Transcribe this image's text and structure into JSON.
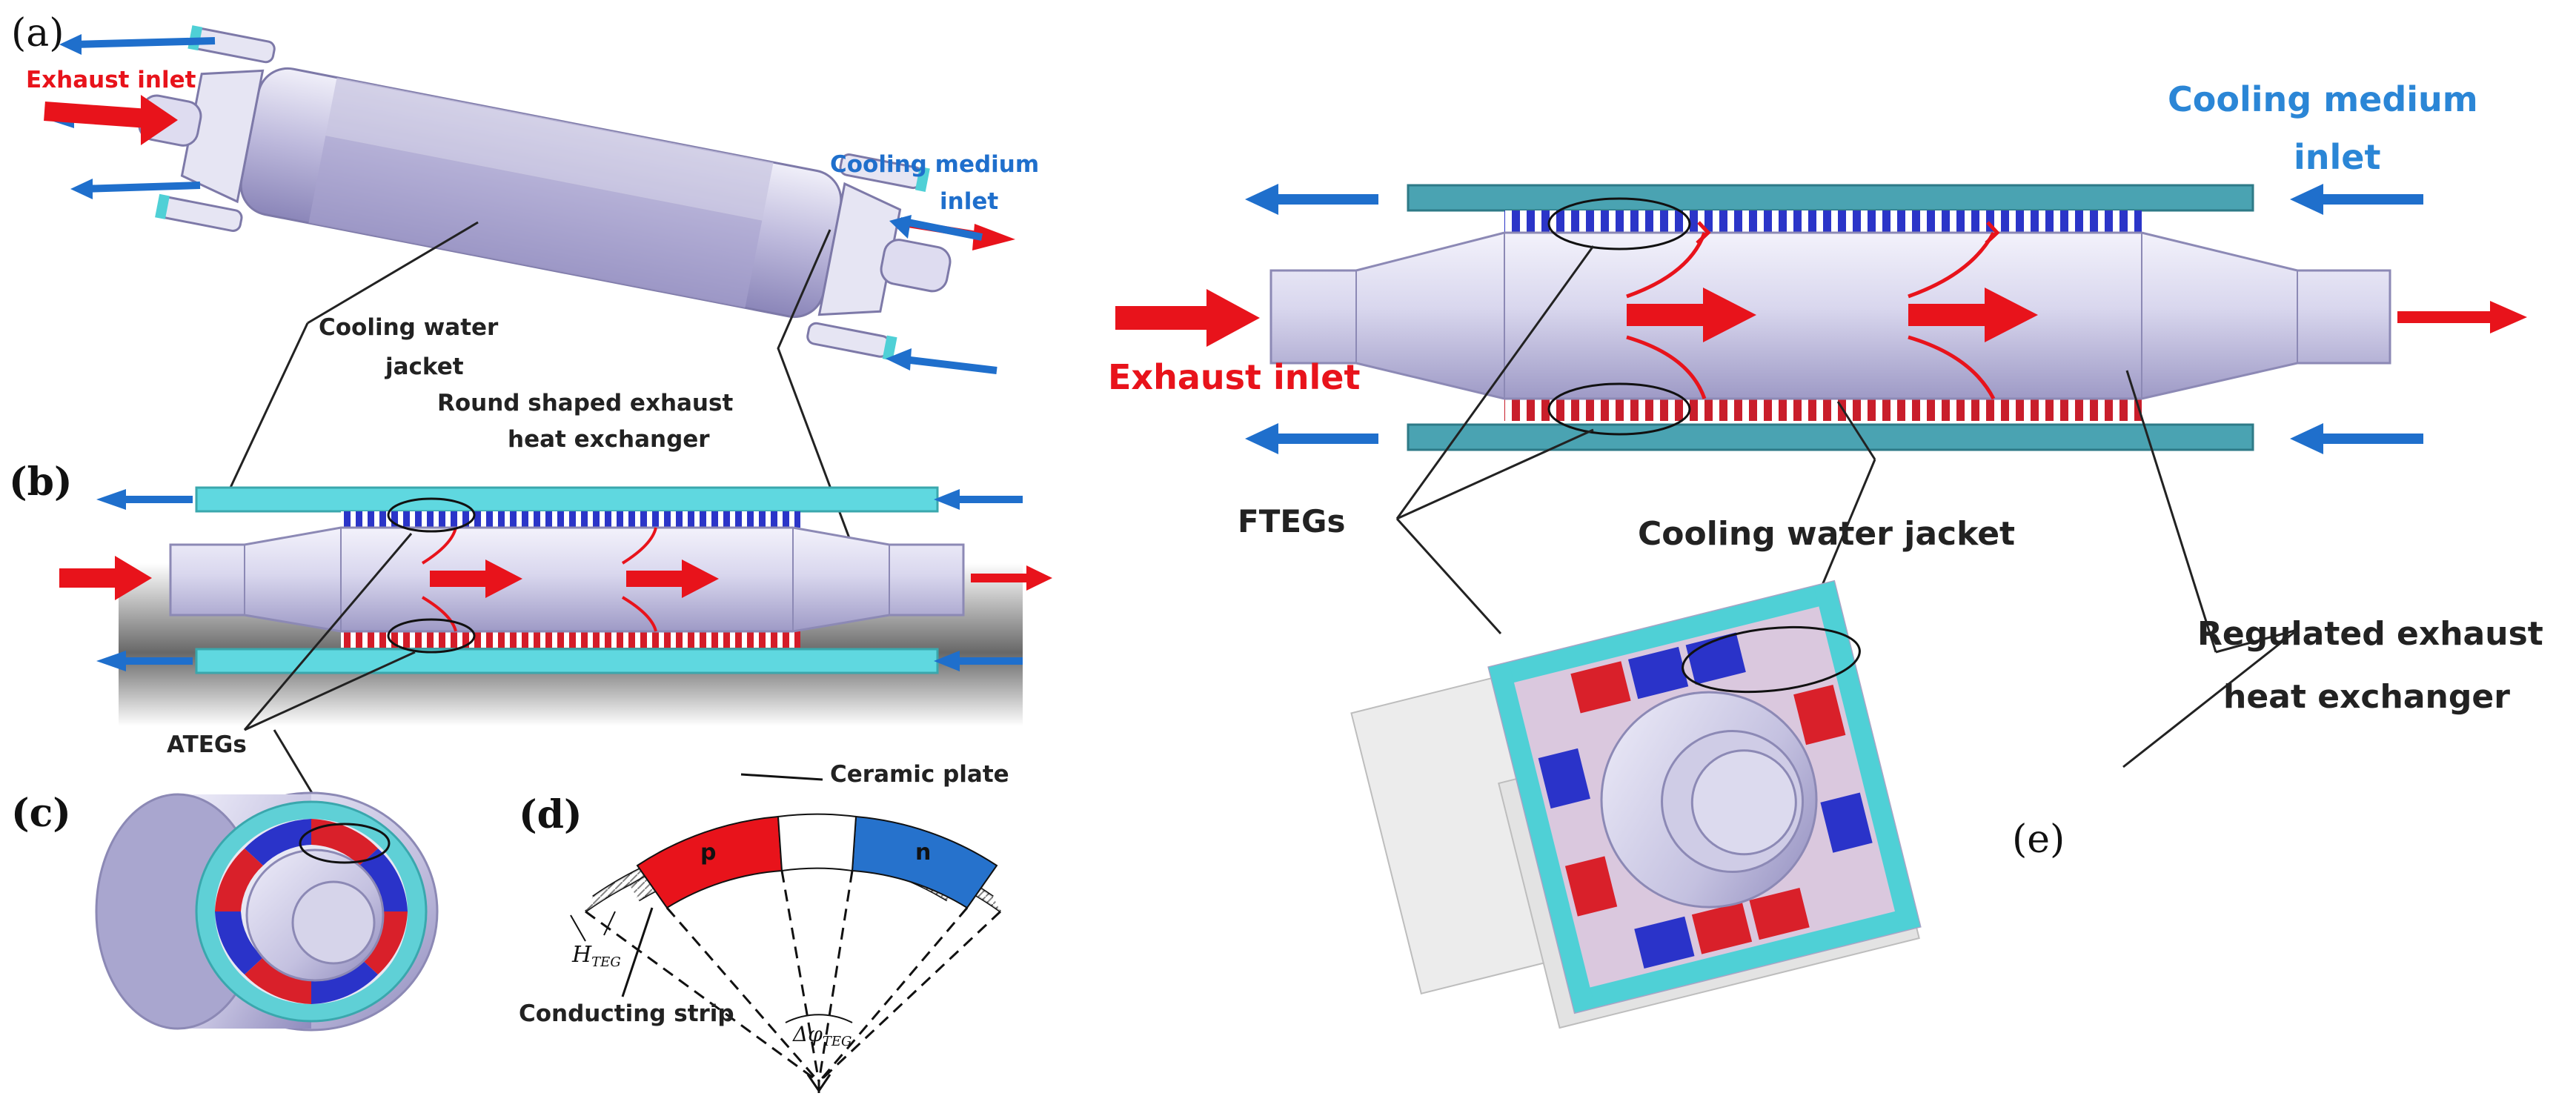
{
  "panels": {
    "a": "(a)",
    "b": "(b)",
    "c": "(c)",
    "d": "(d)",
    "e": "(e)"
  },
  "labels": {
    "exhaust_inlet_a": "Exhaust inlet",
    "cooling_medium_a": "Cooling medium",
    "inlet_a": "inlet",
    "cooling_water_line1": "Cooling water",
    "cooling_water_line2": "jacket",
    "round_line1": "Round shaped exhaust",
    "round_line2": "heat exchanger",
    "ategs": "ATEGs",
    "ceramic_plate": "Ceramic plate",
    "conducting_strip": "Conducting strip",
    "p": "p",
    "n": "n",
    "h_main": "H",
    "h_sub": "TEG",
    "phi_main": "Δφ",
    "phi_sub": "TEG",
    "cooling_medium_e": "Cooling medium",
    "inlet_e": "inlet",
    "exhaust_inlet_e": "Exhaust inlet",
    "ftegs": "FTEGs",
    "cooling_water_jacket_e": "Cooling water jacket",
    "regulated_line1": "Regulated exhaust",
    "regulated_line2": "heat exchanger"
  },
  "colors": {
    "exhaust_red": "#e8131b",
    "cooling_blue": "#1f6fcc",
    "jacket_cyan": "#4fd0d6",
    "jacket_teal": "#4aa3b2",
    "body_lilac": "#c9c6e3",
    "module_red": "#d9202a",
    "module_blue": "#2a33c9",
    "text_dark": "#1a1a1a"
  }
}
